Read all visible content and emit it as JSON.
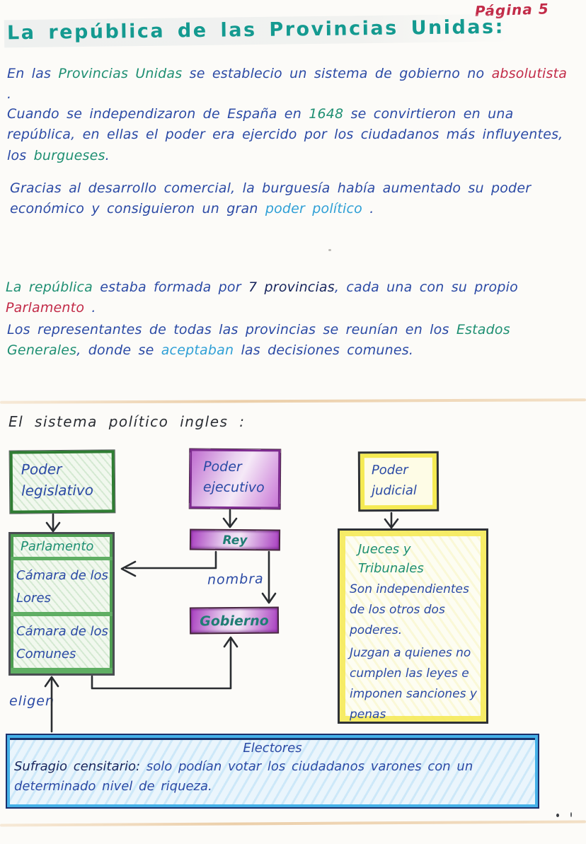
{
  "page": {
    "number_label": "Página 5",
    "title": "La república de las Provincias Unidas:"
  },
  "paragraphs": {
    "p1": {
      "a": "En las ",
      "b": "Provincias Unidas",
      "c": " se establecio un sistema de gobierno no ",
      "d": "absolutista",
      "e": " ."
    },
    "p2": {
      "a": "Cuando se independizaron de España en ",
      "b": "1648",
      "c": " se convirtieron en una república, en ellas el poder era ejercido por los ciudadanos más influyentes, los ",
      "d": "burgueses",
      "e": "."
    },
    "p3": {
      "a": "Gracias al desarrollo comercial, la burguesía había aumentado su poder económico y consiguieron un gran ",
      "b": "poder político",
      "c": " ."
    },
    "p4": {
      "a": "La república",
      "b": " estaba formada por ",
      "c": "7 provincias",
      "d": ", cada una con su propio ",
      "e": "Parlamento",
      "f": " ."
    },
    "p5": {
      "a": "Los representantes de todas las provincias se reunían en los ",
      "b": "Estados Generales",
      "c": ", donde se ",
      "d": "aceptaban",
      "e": " las decisiones comunes."
    }
  },
  "section": {
    "heading": "El sistema político ingles :"
  },
  "diagram": {
    "legislativo_label": "Poder legislativo",
    "ejecutivo_label": "Poder ejecutivo",
    "judicial_label": "Poder judicial",
    "parlamento": {
      "title": "Parlamento",
      "lores": "Cámara de los Lores",
      "comunes": "Cámara de los Comunes"
    },
    "rey_label": "Rey",
    "gobierno_label": "Gobierno",
    "nombra_label": "nombra",
    "eligen_label": "eligen",
    "jueces": {
      "title": "Jueces y Tribunales",
      "body1": "Son independientes de los otros dos poderes.",
      "body2": "Juzgan a quienes no cumplen las leyes e imponen sanciones y penas"
    },
    "electores": {
      "title": "Electores",
      "lead": "Sufragio censitario:",
      "body": " solo podían votar los ciudadanos varones con un determinado nivel de riqueza."
    }
  },
  "colors": {
    "title_teal": "#149a90",
    "ink_blue": "#2b4aa5",
    "ink_teal": "#1e8f72",
    "ink_red": "#c22b48",
    "ink_cyan": "#2e9fd6",
    "ink_navy": "#17255c",
    "green_border": "#2f7d33",
    "purple_border": "#7e2b90",
    "yellow_highlight": "#f5ea52",
    "electores_blue": "#45b1e8"
  }
}
